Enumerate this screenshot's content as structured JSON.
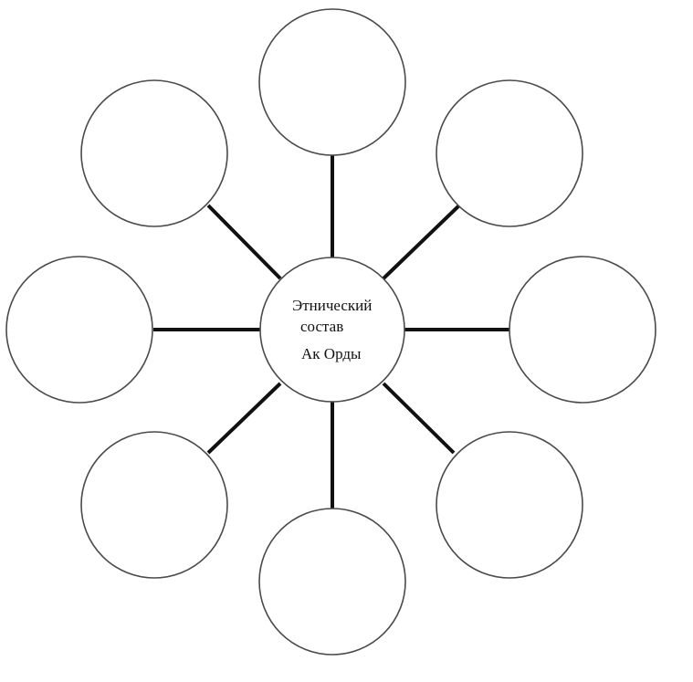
{
  "diagram": {
    "center": {
      "lines": [
        "Этнический",
        "состав",
        "Ак Орды"
      ]
    },
    "outer_nodes": [
      {
        "position": "top",
        "label": ""
      },
      {
        "position": "top-right",
        "label": ""
      },
      {
        "position": "right",
        "label": ""
      },
      {
        "position": "bottom-right",
        "label": ""
      },
      {
        "position": "bottom",
        "label": ""
      },
      {
        "position": "bottom-left",
        "label": ""
      },
      {
        "position": "left",
        "label": ""
      },
      {
        "position": "top-left",
        "label": ""
      }
    ],
    "colors": {
      "line": "#111111",
      "circle_stroke": "#4a4a4a",
      "background": "#ffffff"
    }
  }
}
